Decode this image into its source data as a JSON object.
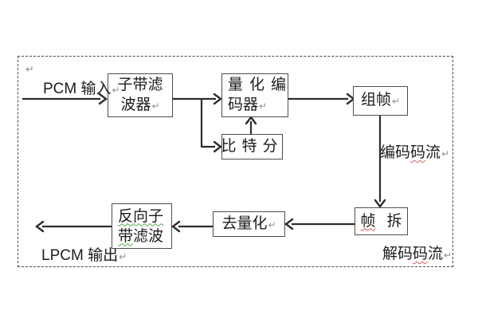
{
  "colors": {
    "line": "#2d2d2d",
    "box_border": "#4d4d4d",
    "text": "#1c1c1c",
    "dashed_border": "#4a4a4a",
    "spell_red": "#dd5b5b",
    "grammar_green": "#55a24f",
    "mark_gray": "#8f8f8f"
  },
  "marks": {
    "line_break": "↵"
  },
  "nodes": {
    "subband": {
      "line1": "子带滤",
      "line2": "波器"
    },
    "quant": {
      "line1": "量化编",
      "line2": "码器"
    },
    "framing": {
      "label": "组帧"
    },
    "bitalloc": {
      "label": "比特分"
    },
    "unpack": {
      "char1": "帧",
      "char2": "拆"
    },
    "dequant": {
      "label": "去量化"
    },
    "inverse": {
      "line1": "反向子",
      "line2_part1": "带",
      "line2_part2": "滤波"
    }
  },
  "labels": {
    "input": "PCM 输入",
    "output": "LPCM 输出",
    "encoded_stream": {
      "part1": "编码",
      "part2": "码",
      "part3": "流"
    },
    "decoded_stream": {
      "part1": "解码",
      "part2": "码",
      "part3": "流"
    }
  }
}
